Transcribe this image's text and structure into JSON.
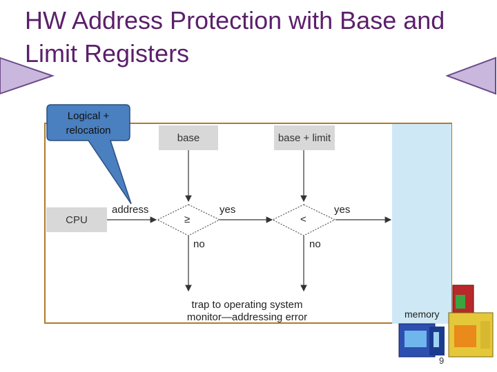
{
  "slide": {
    "title": "HW Address Protection with Base and Limit Registers",
    "page_number": "9"
  },
  "callout": {
    "text": "Logical + relocation"
  },
  "diagram": {
    "base_label": "base",
    "base_limit_label": "base + limit",
    "cpu_label": "CPU",
    "address_label": "address",
    "ge_symbol": "≥",
    "lt_symbol": "<",
    "yes1": "yes",
    "yes2": "yes",
    "no1": "no",
    "no2": "no",
    "trap_line1": "trap to operating system",
    "trap_line2": "monitor—addressing error",
    "memory_label": "memory"
  },
  "colors": {
    "title": "#5b1f6b",
    "callout_fill": "#4a7fc0",
    "nav_fill": "#c9b7dd",
    "nav_stroke": "#6b4a8a",
    "frame": "#b07a2a",
    "memory": "#cfe8f6"
  }
}
